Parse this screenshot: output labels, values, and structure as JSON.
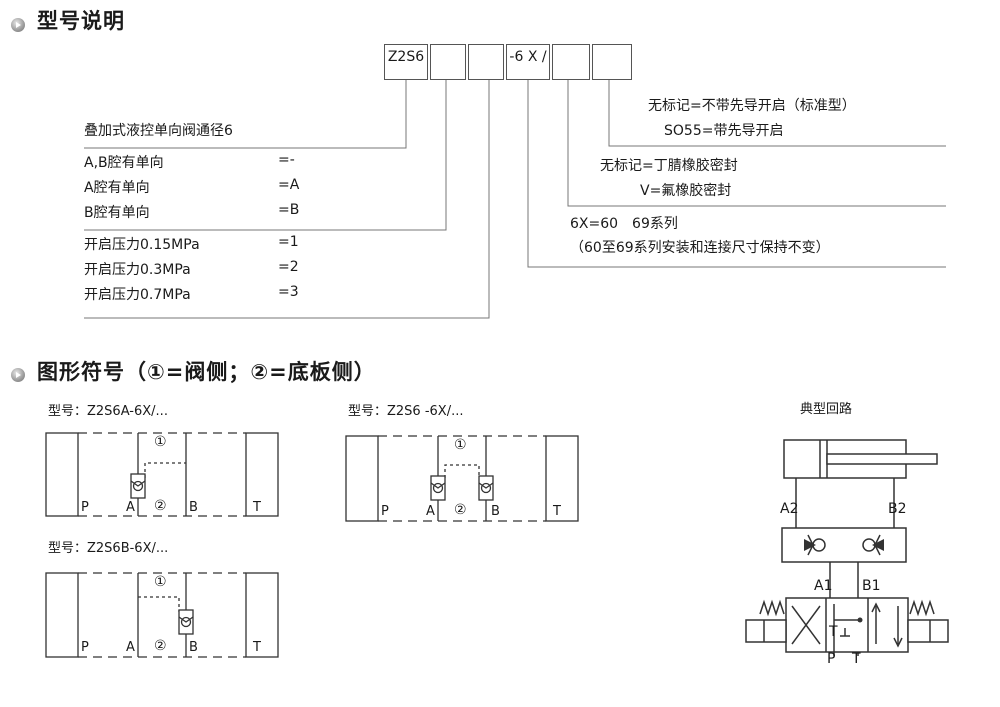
{
  "headers": {
    "model": "型号说明",
    "symbols": "图形符号（①=阀侧；②=底板侧）"
  },
  "code_boxes": [
    "Z2S6",
    "",
    "-6 X /",
    "",
    ""
  ],
  "descriptions": {
    "title": "叠加式液控单向阀通径6",
    "chamber": [
      {
        "label": "A,B腔有单向",
        "value": "=-"
      },
      {
        "label": "A腔有单向",
        "value": "=A"
      },
      {
        "label": "B腔有单向",
        "value": "=B"
      }
    ],
    "pressure": [
      {
        "label": "开启压力0.15MPa",
        "value": "=1"
      },
      {
        "label": "开启压力0.3MPa",
        "value": "=2"
      },
      {
        "label": "开启压力0.7MPa",
        "value": "=3"
      }
    ],
    "series": [
      "6X=60　69系列",
      "（60至69系列安装和连接尺寸保持不变）"
    ],
    "seal": [
      "无标记=丁腈橡胶密封",
      "V=氟橡胶密封"
    ],
    "pilot": [
      "无标记=不带先导开启（标准型）",
      "SO55=带先导开启"
    ]
  },
  "symbols": {
    "a_title": "型号：Z2S6A-6X/...",
    "ab_title": "型号：Z2S6 -6X/...",
    "b_title": "型号：Z2S6B-6X/...",
    "circle1": "①",
    "circle2": "②",
    "port_p": "P",
    "port_a": "A",
    "port_b": "B",
    "port_t": "T"
  },
  "circuit": {
    "title": "典型回路",
    "a2": "A2",
    "b2": "B2",
    "a1": "A1",
    "b1": "B1",
    "p": "P",
    "t": "T"
  }
}
